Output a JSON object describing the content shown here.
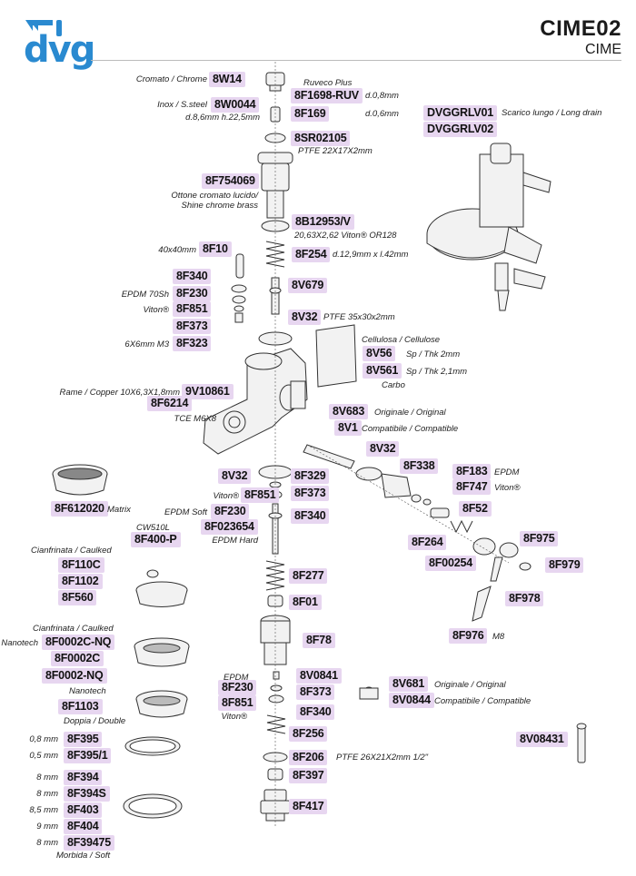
{
  "brand": {
    "logo_text": "dvg",
    "color": "#2a8ad0"
  },
  "header": {
    "title": "CIME02",
    "subtitle": "CIME"
  },
  "colors": {
    "code_bg": "#e7d6f0"
  },
  "parts": [
    {
      "id": "8W14",
      "code": "8W14"
    },
    {
      "id": "8F1698-RUV",
      "code": "8F1698-RUV"
    },
    {
      "id": "8W0044",
      "code": "8W0044"
    },
    {
      "id": "8F169",
      "code": "8F169"
    },
    {
      "id": "8SR02105",
      "code": "8SR02105"
    },
    {
      "id": "8F754069",
      "code": "8F754069"
    },
    {
      "id": "8B12953V",
      "code": "8B12953/V"
    },
    {
      "id": "8F10",
      "code": "8F10"
    },
    {
      "id": "8F254",
      "code": "8F254"
    },
    {
      "id": "8F340a",
      "code": "8F340"
    },
    {
      "id": "8F230a",
      "code": "8F230"
    },
    {
      "id": "8F851a",
      "code": "8F851"
    },
    {
      "id": "8F373a",
      "code": "8F373"
    },
    {
      "id": "8F323",
      "code": "8F323"
    },
    {
      "id": "8V679",
      "code": "8V679"
    },
    {
      "id": "8V32a",
      "code": "8V32"
    },
    {
      "id": "8V56",
      "code": "8V56"
    },
    {
      "id": "8V561",
      "code": "8V561"
    },
    {
      "id": "9V10861",
      "code": "9V10861"
    },
    {
      "id": "8F6214",
      "code": "8F6214"
    },
    {
      "id": "8V683",
      "code": "8V683"
    },
    {
      "id": "8V1",
      "code": "8V1"
    },
    {
      "id": "8V32b",
      "code": "8V32"
    },
    {
      "id": "8F612020",
      "code": "8F612020"
    },
    {
      "id": "8V32c",
      "code": "8V32"
    },
    {
      "id": "8F329",
      "code": "8F329"
    },
    {
      "id": "8F851b",
      "code": "8F851"
    },
    {
      "id": "8F373b",
      "code": "8F373"
    },
    {
      "id": "8F230b",
      "code": "8F230"
    },
    {
      "id": "8F023654",
      "code": "8F023654"
    },
    {
      "id": "8F340b",
      "code": "8F340"
    },
    {
      "id": "8F338",
      "code": "8F338"
    },
    {
      "id": "8F183",
      "code": "8F183"
    },
    {
      "id": "8F747",
      "code": "8F747"
    },
    {
      "id": "8F52",
      "code": "8F52"
    },
    {
      "id": "8F264",
      "code": "8F264"
    },
    {
      "id": "8F975",
      "code": "8F975"
    },
    {
      "id": "8F00254",
      "code": "8F00254"
    },
    {
      "id": "8F979",
      "code": "8F979"
    },
    {
      "id": "8F978",
      "code": "8F978"
    },
    {
      "id": "8F400-P",
      "code": "8F400-P"
    },
    {
      "id": "8F110C",
      "code": "8F110C"
    },
    {
      "id": "8F1102",
      "code": "8F1102"
    },
    {
      "id": "8F560",
      "code": "8F560"
    },
    {
      "id": "8F277",
      "code": "8F277"
    },
    {
      "id": "8F01",
      "code": "8F01"
    },
    {
      "id": "8F0002C-NQ",
      "code": "8F0002C-NQ"
    },
    {
      "id": "8F0002C",
      "code": "8F0002C"
    },
    {
      "id": "8F0002-NQ",
      "code": "8F0002-NQ"
    },
    {
      "id": "8F78",
      "code": "8F78"
    },
    {
      "id": "8F976",
      "code": "8F976"
    },
    {
      "id": "8V0841",
      "code": "8V0841"
    },
    {
      "id": "8F230c",
      "code": "8F230"
    },
    {
      "id": "8F373c",
      "code": "8F373"
    },
    {
      "id": "8F851c",
      "code": "8F851"
    },
    {
      "id": "8F340c",
      "code": "8F340"
    },
    {
      "id": "8V681",
      "code": "8V681"
    },
    {
      "id": "8V0844",
      "code": "8V0844"
    },
    {
      "id": "8F1103",
      "code": "8F1103"
    },
    {
      "id": "8F256",
      "code": "8F256"
    },
    {
      "id": "8V08431",
      "code": "8V08431"
    },
    {
      "id": "8F395",
      "code": "8F395"
    },
    {
      "id": "8F3951",
      "code": "8F395/1"
    },
    {
      "id": "8F206",
      "code": "8F206"
    },
    {
      "id": "8F397",
      "code": "8F397"
    },
    {
      "id": "8F394",
      "code": "8F394"
    },
    {
      "id": "8F394S",
      "code": "8F394S"
    },
    {
      "id": "8F417",
      "code": "8F417"
    },
    {
      "id": "8F403",
      "code": "8F403"
    },
    {
      "id": "8F404",
      "code": "8F404"
    },
    {
      "id": "8F39475",
      "code": "8F39475"
    },
    {
      "id": "DVGGRLV01",
      "code": "DVGGRLV01"
    },
    {
      "id": "DVGGRLV02",
      "code": "DVGGRLV02"
    }
  ],
  "notes": {
    "cromato_chrome": "Cromato / Chrome",
    "ruveco_plus": "Ruveco Plus",
    "d08": "d.0,8mm",
    "inox": "Inox / S.steel",
    "d86": "d.8,6mm h.22,5mm",
    "d06": "d.0,6mm",
    "ptfe22": "PTFE 22X17X2mm",
    "ottone1": "Ottone cromato lucido/",
    "ottone2": "Shine chrome brass",
    "viton128": "20,63X2,62 Viton® OR128",
    "dim40": "40x40mm",
    "spring254": "d.12,9mm x l.42mm",
    "epdm70": "EPDM 70Sh",
    "viton_a": "Viton®",
    "m3": "6X6mm M3",
    "ptfe35": "PTFE 35x30x2mm",
    "cellulosa": "Cellulosa / Cellulose",
    "sp2": "Sp / Thk 2mm",
    "sp21": "Sp / Thk 2,1mm",
    "carbo": "Carbo",
    "rame": "Rame / Copper 10X6,3X1,8mm",
    "tce": "TCE M6X8",
    "originale1": "Originale / Original",
    "compatibile1": "Compatibile / Compatible",
    "matrix": "Matrix",
    "viton_b": "Viton®",
    "epdm_soft": "EPDM Soft",
    "epdm_hard": "EPDM Hard",
    "epdm": "EPDM",
    "viton_c": "Viton®",
    "cw510l": "CW510L",
    "cianf1": "Cianfrinata / Caulked",
    "cianf2": "Cianfrinata / Caulked",
    "nanotech1": "Nanotech",
    "nanotech2": "Nanotech",
    "m8": "M8",
    "epdm2": "EPDM",
    "viton_d": "Viton®",
    "originale2": "Originale / Original",
    "compatibile2": "Compatibile / Compatible",
    "doppia": "Doppia / Double",
    "mm08": "0,8 mm",
    "mm05": "0,5 mm",
    "ptfe26": "PTFE 26X21X2mm 1/2\"",
    "mm8a": "8 mm",
    "mm8b": "8 mm",
    "mm85": "8,5 mm",
    "mm9": "9 mm",
    "mm8c": "8 mm",
    "morbida": "Morbida / Soft",
    "scarico": "Scarico lungo / Long drain"
  }
}
